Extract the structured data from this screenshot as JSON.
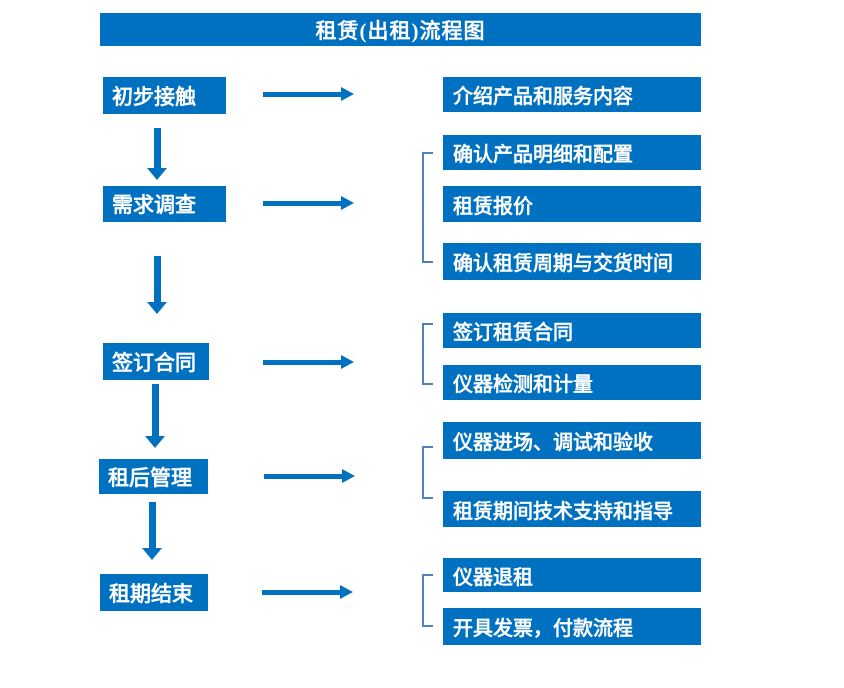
{
  "title": "租赁(出租)流程图",
  "colors": {
    "primary_blue": "#0070C0",
    "bracket_blue": "#4E81BD",
    "box_text": "#FFFFFF",
    "background": "#FFFFFF"
  },
  "flow": {
    "steps": [
      {
        "label": "初步接触",
        "outputs": [
          "介绍产品和服务内容"
        ]
      },
      {
        "label": "需求调查",
        "outputs": [
          "确认产品明细和配置",
          "租赁报价",
          "确认租赁周期与交货时间"
        ]
      },
      {
        "label": "签订合同",
        "outputs": [
          "签订租赁合同",
          "仪器检测和计量"
        ]
      },
      {
        "label": "租后管理",
        "outputs": [
          "仪器进场、调试和验收",
          "租赁期间技术支持和指导"
        ]
      },
      {
        "label": "租期结束",
        "outputs": [
          "仪器退租",
          "开具发票，付款流程"
        ]
      }
    ]
  }
}
